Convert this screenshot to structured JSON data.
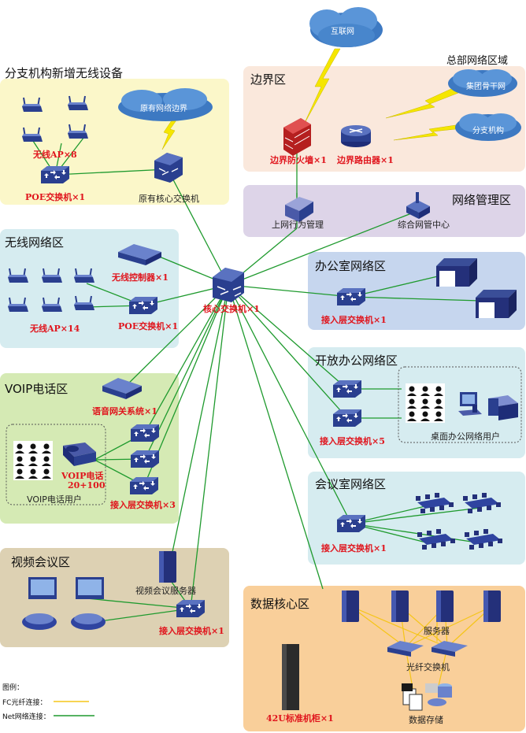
{
  "internet": {
    "label": "互联网"
  },
  "hq": {
    "title": "总部网络区域"
  },
  "branch": {
    "title": "分支机构新增无线设备",
    "cloud_label": "原有网络边界",
    "ap_label": "无线AP×8",
    "poe_label": "POE交换机×1",
    "core_label": "原有核心交换机"
  },
  "border": {
    "title": "边界区",
    "firewall_label": "边界防火墙×1",
    "router_label": "边界路由器×1",
    "backbone_label": "集团骨干网",
    "branch_label": "分支机构"
  },
  "mgmt": {
    "title": "网络管理区",
    "behavior_label": "上网行为管理",
    "nms_label": "综合网管中心"
  },
  "wireless": {
    "title": "无线网络区",
    "controller_label": "无线控制器×1",
    "ap_label": "无线AP×14",
    "poe_label": "POE交换机×1"
  },
  "core": {
    "label": "核心交换机×1"
  },
  "office": {
    "title": "办公室网络区",
    "switch_label": "接入层交换机×1"
  },
  "open_office": {
    "title": "开放办公网络区",
    "switch_label": "接入层交换机×5",
    "users_label": "桌面办公网络用户"
  },
  "voip": {
    "title": "VOIP电话区",
    "gateway_label": "语音网关系统×1",
    "phone_label_1": "VOIP电话",
    "phone_label_2": "20+100",
    "users_label": "VOIP电话用户",
    "switch_label": "接入层交换机×3"
  },
  "meeting": {
    "title": "会议室网络区",
    "switch_label": "接入层交换机×1"
  },
  "video": {
    "title": "视频会议区",
    "server_label": "视频会议服务器",
    "switch_label": "接入层交换机×1"
  },
  "datacenter": {
    "title": "数据核心区",
    "servers_label": "服务器",
    "fc_switch_label": "光纤交换机",
    "rack_label": "42U标准机柜×1",
    "storage_label": "数据存储"
  },
  "legend": {
    "title": "图例：",
    "fc_label": "FC光纤连接：",
    "net_label": "Net网络连接："
  },
  "colors": {
    "fc_line": "#f5c518",
    "net_line": "#1f9a2e",
    "label_red": "#e0151d",
    "device_blue": "#2a3f8f"
  }
}
